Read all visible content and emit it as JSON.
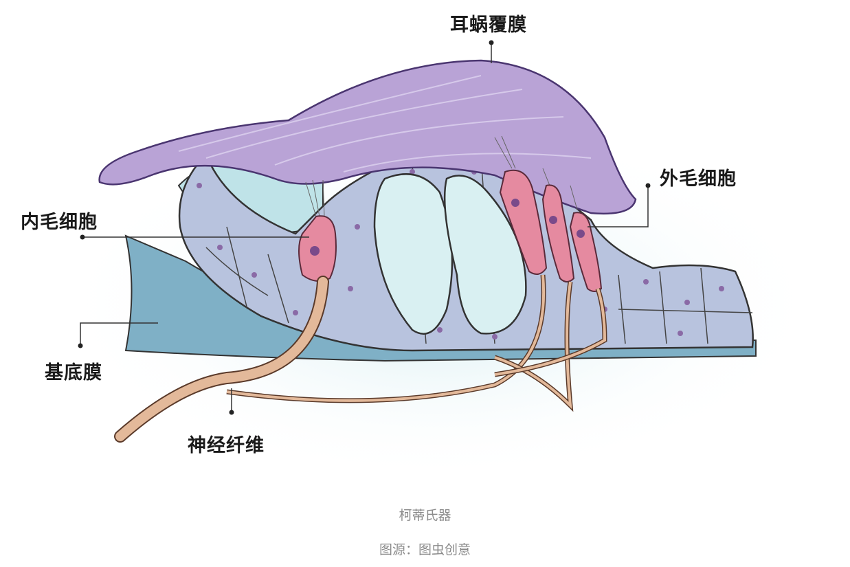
{
  "labels": {
    "tectorial_membrane": "耳蜗覆膜",
    "outer_hair_cells": "外毛细胞",
    "inner_hair_cell": "内毛细胞",
    "basilar_membrane": "基底膜",
    "nerve_fibers": "神经纤维"
  },
  "caption": "柯蒂氏器",
  "source": "图源：图虫创意",
  "colors": {
    "tectorial": "#b9a3d6",
    "cells": "#b7c1dc",
    "pillar": "#d9f0f2",
    "hair_cell": "#e58aa0",
    "nerve": "#e3b99a",
    "basilar": "#6f9fb8"
  }
}
